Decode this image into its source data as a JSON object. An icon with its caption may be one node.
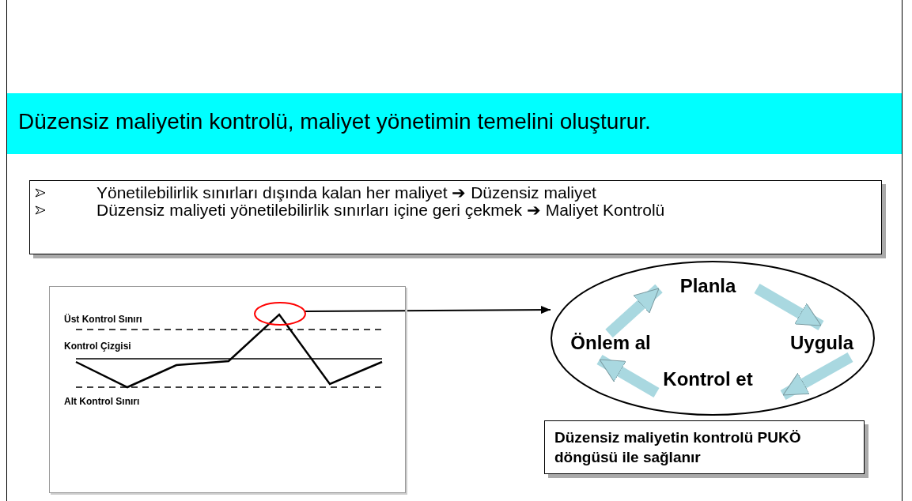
{
  "diagram": {
    "title": "Düzensiz maliyetin kontrolü, maliyet yönetimin temelini oluşturur.",
    "nodes": [
      {
        "text": [
          "Yönetilebilirlik sınırları dışında kalan her maliyet ➔ Düzensiz maliyet",
          "Düzensiz maliyeti yönetilebilirlik sınırları içine geri çekmek ➔ Maliyet Kontrolü"
        ]
      },
      {
        "text": [],
        "shape": "picture"
      },
      {
        "text": [],
        "shape": "circle",
        "in": 1
      },
      {
        "text": [],
        "shape": "ellipse"
      },
      {
        "text": [
          "Planla"
        ],
        "in": 3
      },
      {
        "text": [
          "Uygula"
        ],
        "in": 3
      },
      {
        "text": [
          "Kontrol et"
        ],
        "in": 3
      },
      {
        "text": [
          "Önlem al"
        ],
        "in": 3
      },
      {
        "text": [
          "Düzensiz maliyetin kontrolü PUKÖ döngüsü ile sağlanır"
        ]
      }
    ],
    "edges": [
      {
        "from": 2,
        "to": 3,
        "arrow": "to",
        "color": "#000000"
      },
      {
        "from": 7,
        "to": 4,
        "arrow": "to"
      },
      {
        "from": 4,
        "to": 5,
        "arrow": "to"
      },
      {
        "from": 5,
        "to": 6,
        "arrow": "to"
      },
      {
        "from": 6,
        "to": 7,
        "arrow": "to"
      }
    ],
    "labels": [
      "Üst Kontrol Sınırı",
      "Kontrol Çizgisi",
      "Alt Kontrol Sınırı"
    ]
  }
}
